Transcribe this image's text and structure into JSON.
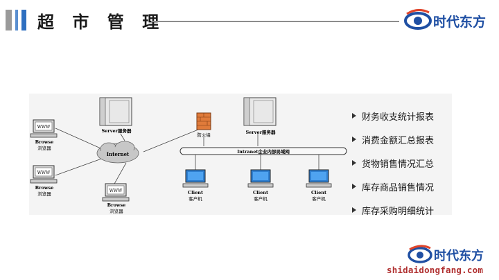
{
  "header": {
    "title": "超 市 管 理"
  },
  "logo": {
    "text": "时代东方"
  },
  "footer": {
    "url": "shidaidongfang.com"
  },
  "diagram": {
    "browse_label": "Browse",
    "browse_cn": "浏览器",
    "www": "WWW",
    "internet_label": "Internet",
    "server_label": "Server服务器",
    "firewall_label": "防火墙",
    "intranet_label": "Intranet企业内部局域网",
    "client_label": "Client",
    "client_cn": "客户机"
  },
  "reports": [
    {
      "label": "财务收支统计报表"
    },
    {
      "label": "消费金额汇总报表"
    },
    {
      "label": "货物销售情况汇总"
    },
    {
      "label": "库存商品销售情况"
    },
    {
      "label": "库存采购明细统计"
    }
  ],
  "colors": {
    "accent_blue": "#2e6fc0",
    "logo_blue": "#1f4fa3",
    "url_red": "#b03030",
    "firewall": "#e07b3a"
  }
}
